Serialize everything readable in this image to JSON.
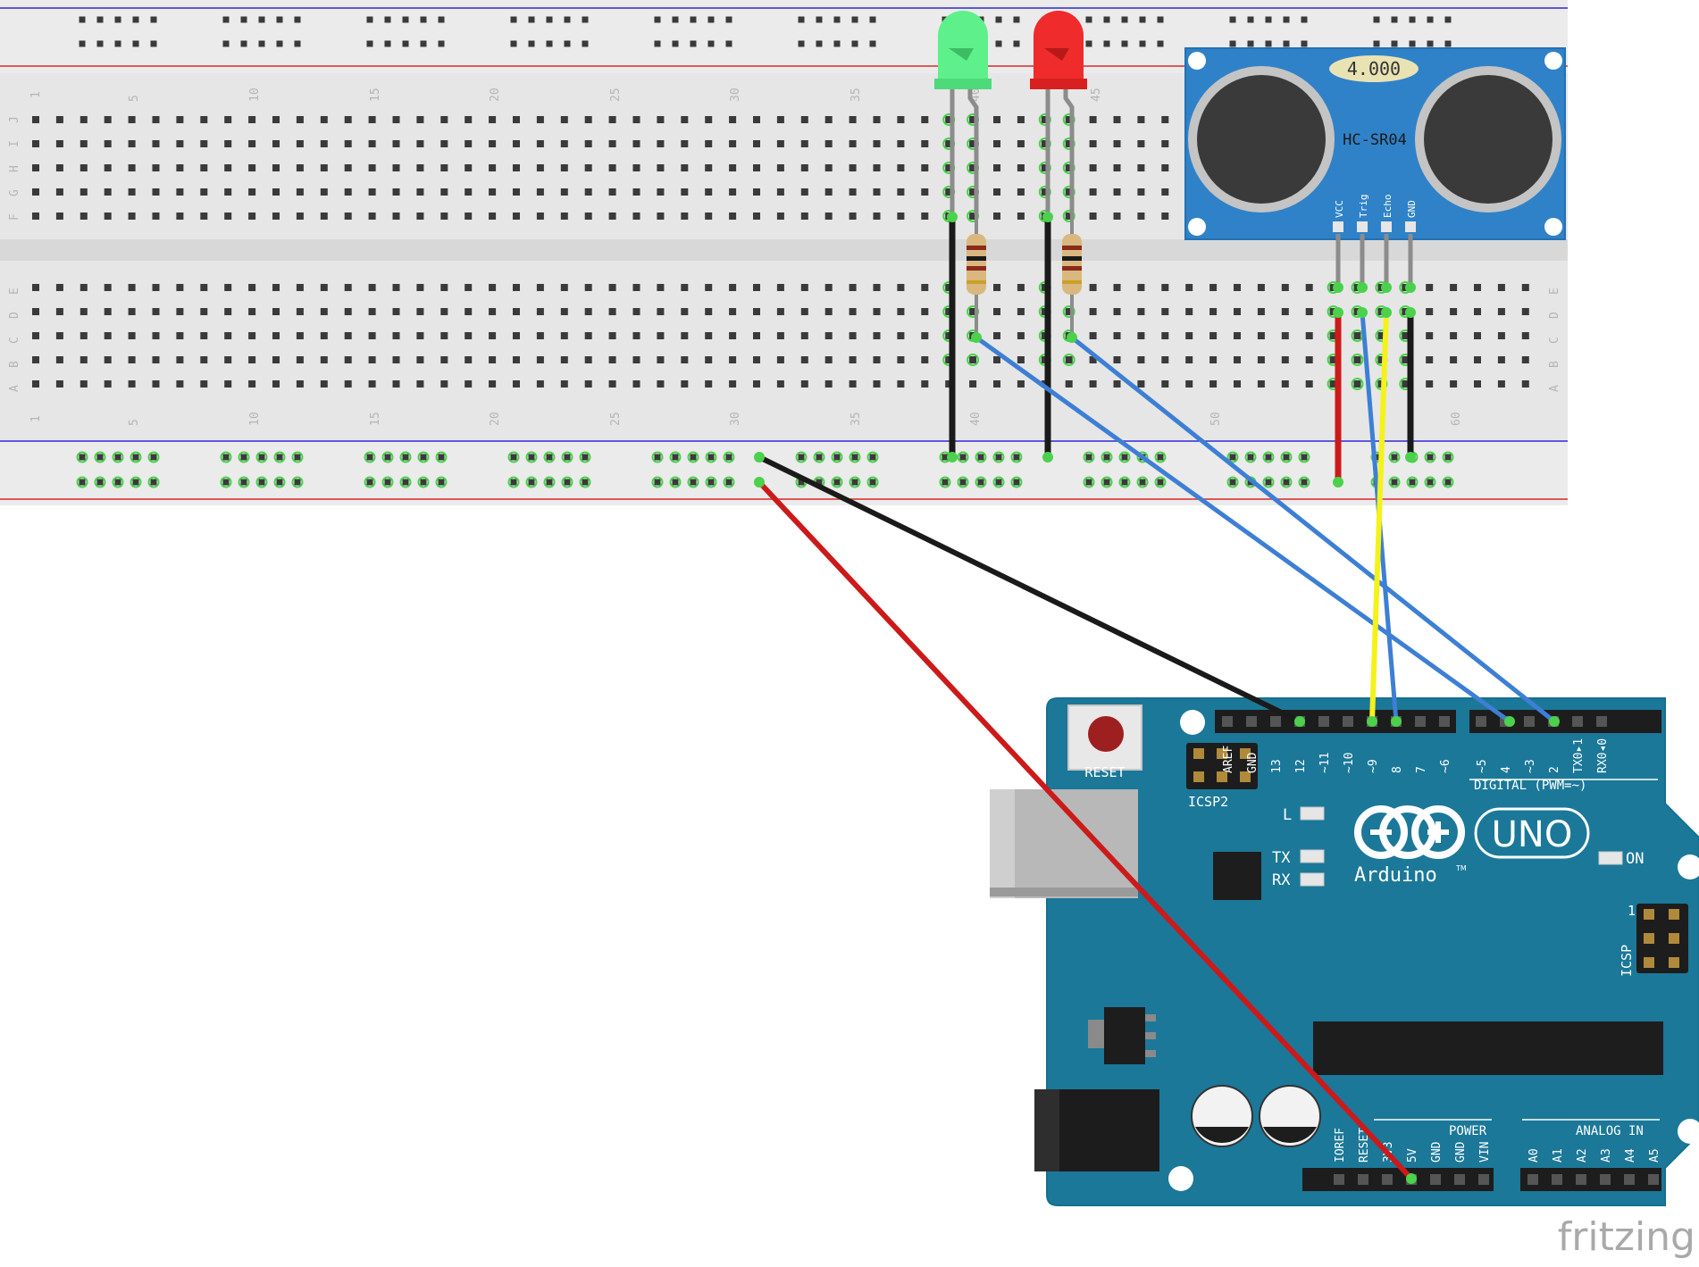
{
  "breadboard": {
    "col_numbers_top": [
      "1",
      "5",
      "10",
      "15",
      "20",
      "25",
      "30",
      "35",
      "40",
      "45"
    ],
    "col_numbers_bottom": [
      "1",
      "5",
      "10",
      "15",
      "20",
      "25",
      "30",
      "35",
      "40",
      "50",
      "60"
    ],
    "row_letters_upper": [
      "J",
      "I",
      "H",
      "G",
      "F"
    ],
    "row_letters_lower": [
      "E",
      "D",
      "C",
      "B",
      "A"
    ]
  },
  "sensor": {
    "display": "4.000",
    "model": "HC-SR04",
    "pins": [
      "VCC",
      "Trig",
      "Echo",
      "GND"
    ]
  },
  "arduino": {
    "reset": "RESET",
    "icsp2": "ICSP2",
    "icsp": "ICSP",
    "icsp_pin1": "1",
    "digital_pins": [
      "AREF",
      "GND",
      "13",
      "12",
      "~11",
      "~10",
      "~9",
      "8",
      "7",
      "~6",
      "~5",
      "4",
      "~3",
      "2",
      "TX0▸1",
      "RX0◂0"
    ],
    "digital_caption": "DIGITAL (PWM=~)",
    "led_l": "L",
    "led_tx": "TX",
    "led_rx": "RX",
    "led_on": "ON",
    "brand": "Arduino",
    "tm": "TM",
    "model": "UNO",
    "power_caption": "POWER",
    "power_pins": [
      "IOREF",
      "RESET",
      "3V3",
      "5V",
      "GND",
      "GND",
      "VIN"
    ],
    "analog_caption": "ANALOG IN",
    "analog_pins": [
      "A0",
      "A1",
      "A2",
      "A3",
      "A4",
      "A5"
    ]
  },
  "watermark": "fritzing",
  "colors": {
    "board": "#1b7899",
    "board_edge": "#0f6a8a",
    "breadboard": "#e8e8e8",
    "rail_blue": "#2b2bd8",
    "rail_red": "#d82b2b",
    "wire_black": "#1a1a1a",
    "wire_red": "#cc1a1a",
    "wire_blue": "#3d7fd4",
    "wire_yellow": "#f5f21a",
    "led_green": "#5ef08a",
    "led_red": "#ef2b2b",
    "sensor": "#2f82c8"
  }
}
